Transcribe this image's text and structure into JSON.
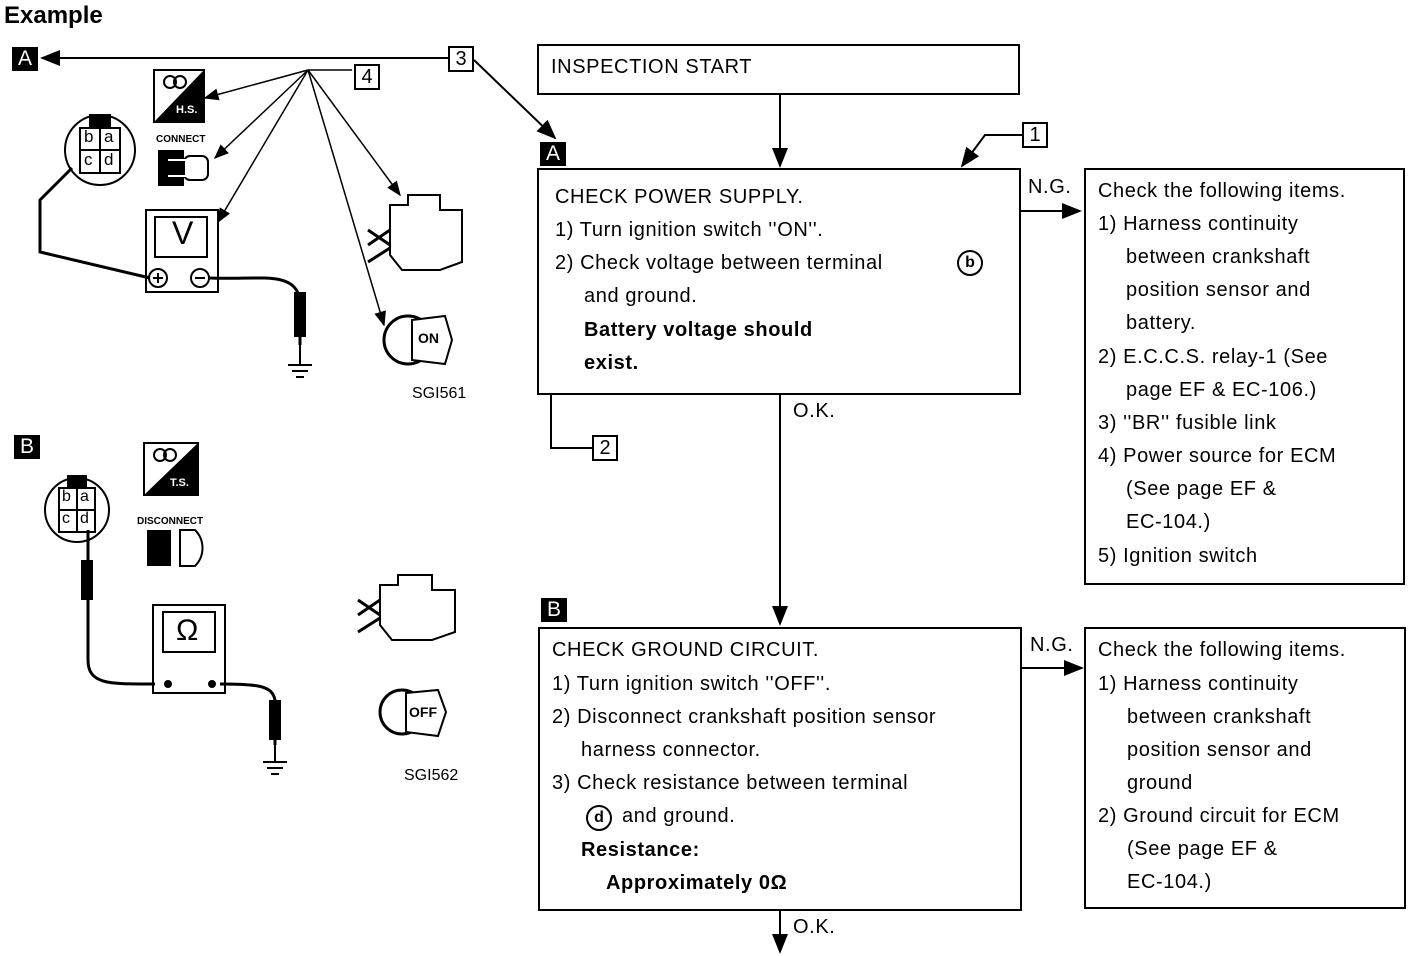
{
  "title": "Example",
  "tags": {
    "a": "A",
    "b": "B"
  },
  "callouts": {
    "c1": "1",
    "c2": "2",
    "c3": "3",
    "c4": "4"
  },
  "left_panel": {
    "fig_a_code": "SGI561",
    "fig_b_code": "SGI562",
    "hs_label": "H.S.",
    "ts_label": "T.S.",
    "connect_label": "CONNECT",
    "disconnect_label": "DISCONNECT",
    "voltmeter_symbol": "V",
    "ohmmeter_symbol": "Ω",
    "key_on": "ON",
    "key_off": "OFF",
    "terminals": [
      "b",
      "a",
      "c",
      "d"
    ]
  },
  "flow": {
    "start": "INSPECTION START",
    "ng": "N.G.",
    "ok": "O.K.",
    "box_a": {
      "lines": [
        "CHECK POWER SUPPLY.",
        "1) Turn ignition switch ''ON''.",
        "2) Check voltage between terminal",
        "and ground."
      ],
      "terminal": "b",
      "spec": [
        "Battery voltage should",
        "exist."
      ]
    },
    "box_a_ng": {
      "lines": [
        "Check the following items.",
        "1) Harness continuity",
        "between crankshaft",
        "position sensor and",
        "battery.",
        "2) E.C.C.S. relay-1 (See",
        "page EF & EC-106.)",
        "3) ''BR'' fusible link",
        "4) Power source for ECM",
        "(See page EF &",
        "EC-104.)",
        "5) Ignition switch"
      ]
    },
    "box_b": {
      "lines": [
        "CHECK GROUND CIRCUIT.",
        "1) Turn ignition switch ''OFF''.",
        "2) Disconnect crankshaft position sensor",
        "harness connector.",
        "3) Check resistance between terminal",
        "and ground."
      ],
      "terminal": "d",
      "spec": [
        "Resistance:",
        "Approximately 0Ω"
      ]
    },
    "box_b_ng": {
      "lines": [
        "Check the following items.",
        "1) Harness continuity",
        "between crankshaft",
        "position sensor and",
        "ground",
        "2) Ground circuit for ECM",
        "(See page EF &",
        "EC-104.)"
      ]
    }
  }
}
